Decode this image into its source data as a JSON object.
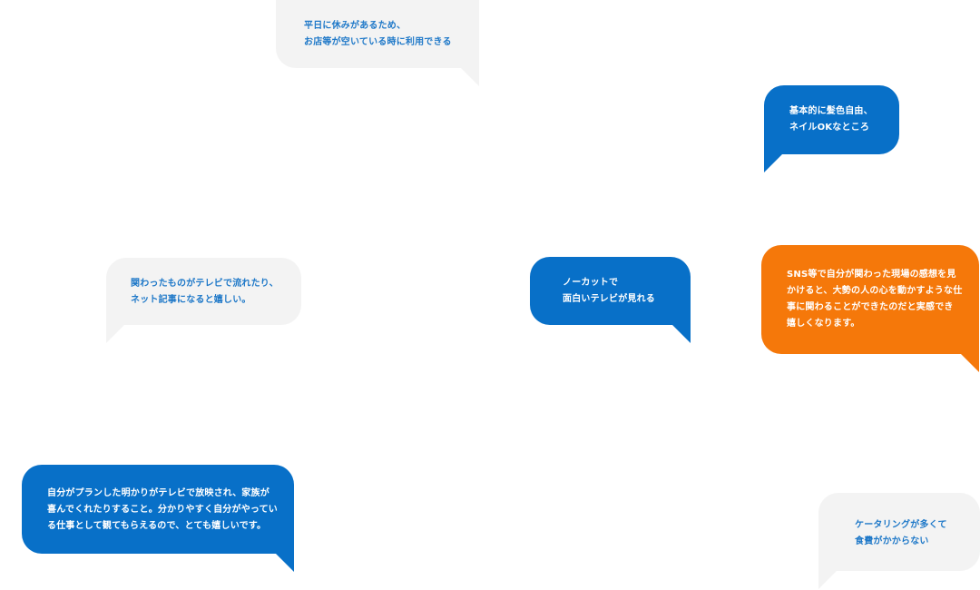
{
  "bubbles": [
    {
      "lines": [
        "平日に休みがあるため、",
        "お店等が空いている時に利用できる"
      ],
      "color": "#f3f3f3"
    },
    {
      "lines": [
        "基本的に髪色自由、",
        "ネイルOKなところ"
      ],
      "color": "#0870c8"
    },
    {
      "lines": [
        "関わったものがテレビで流れたり、",
        "ネット記事になると嬉しい。"
      ],
      "color": "#f3f3f3"
    },
    {
      "lines": [
        "ノーカットで",
        "面白いテレビが見れる"
      ],
      "color": "#0870c8"
    },
    {
      "lines": [
        "SNS等で自分が関わった現場の感想を見",
        "かけると、大勢の人の心を動かすような仕",
        "事に関わることができたのだと実感でき",
        "嬉しくなります。"
      ],
      "color": "#f5780a"
    },
    {
      "lines": [
        "自分がプランした明かりがテレビで放映され、家族が",
        "喜んでくれたりすること。分かりやすく自分がやってい",
        "る仕事として観てもらえるので、とても嬉しいです。"
      ],
      "color": "#0870c8"
    },
    {
      "lines": [
        "ケータリングが多くて",
        "食費がかからない"
      ],
      "color": "#f3f3f3"
    }
  ]
}
